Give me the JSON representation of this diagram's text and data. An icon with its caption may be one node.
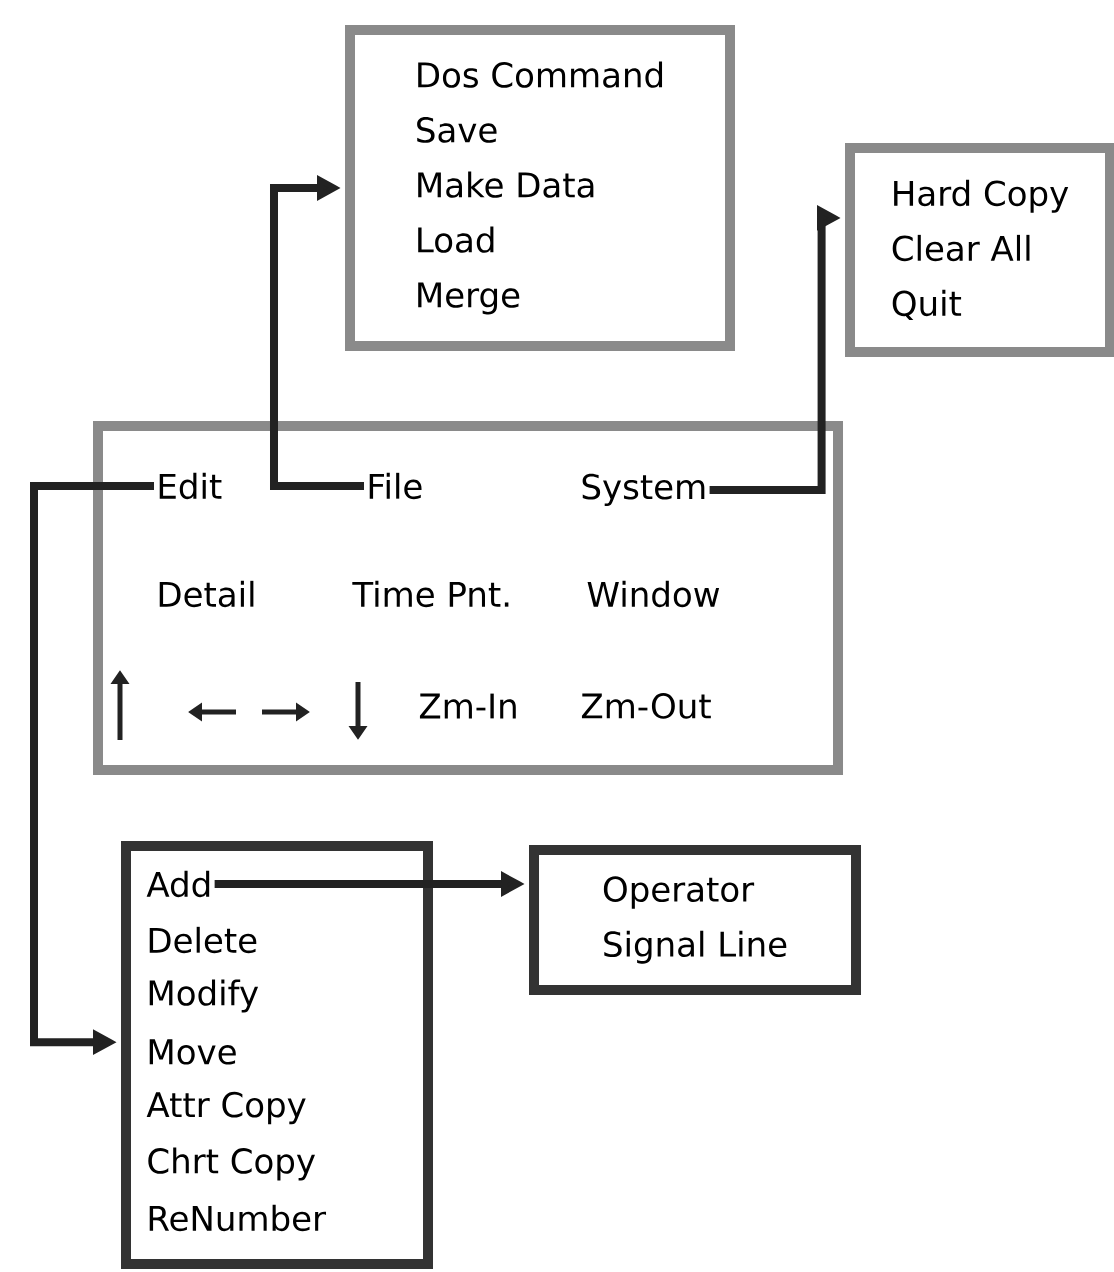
{
  "diagram": {
    "nodes": [
      {
        "text": [],
        "shape": "box"
      },
      {
        "text": [
          "Edit"
        ],
        "in": 0
      },
      {
        "text": [
          "File"
        ],
        "in": 0
      },
      {
        "text": [
          "System"
        ],
        "in": 0
      },
      {
        "text": [
          "Detail"
        ],
        "in": 0
      },
      {
        "text": [
          "Time Pnt."
        ],
        "in": 0
      },
      {
        "text": [
          "Window"
        ],
        "in": 0
      },
      {
        "text": [
          "Zm-In"
        ],
        "in": 0
      },
      {
        "text": [
          "Zm-Out"
        ],
        "in": 0
      },
      {
        "text": [
          "Dos Command",
          "Save",
          "Make Data",
          "Load",
          "Merge"
        ]
      },
      {
        "text": [
          "Hard Copy",
          "Clear All",
          "Quit"
        ]
      },
      {
        "text": [],
        "shape": "box"
      },
      {
        "text": [
          "Add"
        ],
        "in": 11
      },
      {
        "text": [
          "Delete"
        ],
        "in": 11
      },
      {
        "text": [
          "Modify"
        ],
        "in": 11
      },
      {
        "text": [
          "Move"
        ],
        "in": 11
      },
      {
        "text": [
          "Attr Copy"
        ],
        "in": 11
      },
      {
        "text": [
          "Chrt Copy"
        ],
        "in": 11
      },
      {
        "text": [
          "ReNumber"
        ],
        "in": 11
      },
      {
        "text": [
          "Operator",
          "Signal Line"
        ]
      }
    ],
    "edges": [
      {
        "from": 1,
        "to": 11,
        "arrow": "to"
      },
      {
        "from": 2,
        "to": 9,
        "arrow": "to"
      },
      {
        "from": 3,
        "to": 10,
        "arrow": "to"
      },
      {
        "from": 12,
        "to": 19,
        "arrow": "to"
      }
    ]
  }
}
